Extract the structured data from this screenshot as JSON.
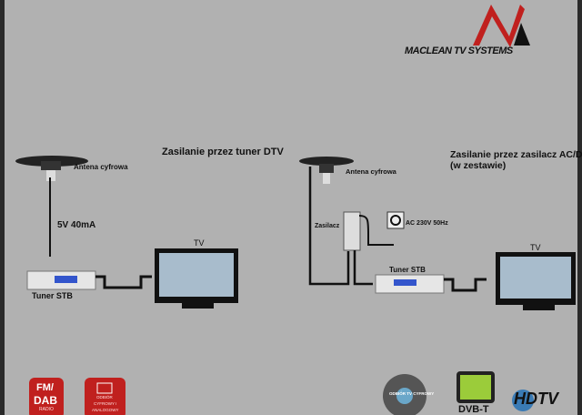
{
  "logo": {
    "brand_text": "MACLEAN TV SYSTEMS",
    "colors": {
      "red": "#c0201e",
      "black": "#111111"
    }
  },
  "left": {
    "title": "Zasilanie przez tuner DTV",
    "antenna_label": "Antena cyfrowa",
    "power_label": "5V 40mA",
    "tuner_label": "Tuner STB",
    "tv_label": "TV"
  },
  "right": {
    "title_line1": "Zasilanie przez zasilacz AC/DC",
    "title_line2": "(w zestawie)",
    "antenna_label": "Antena cyfrowa",
    "psu_label": "Zasilacz",
    "mains_label": "AC 230V 50Hz",
    "tuner_label": "Tuner STB",
    "tv_label": "TV"
  },
  "badges": {
    "fm_line1": "FM/",
    "fm_line2": "DAB",
    "fm_line3": "RADIO",
    "analog_line1": "ODBIÓR",
    "analog_line2": "CYFROWY I",
    "analog_line3": "ANALOGOWY",
    "tv_badge": "ODBIÓR TV CYFROWY",
    "dvbt": "DVB-T",
    "hdtv": "HDTV"
  }
}
